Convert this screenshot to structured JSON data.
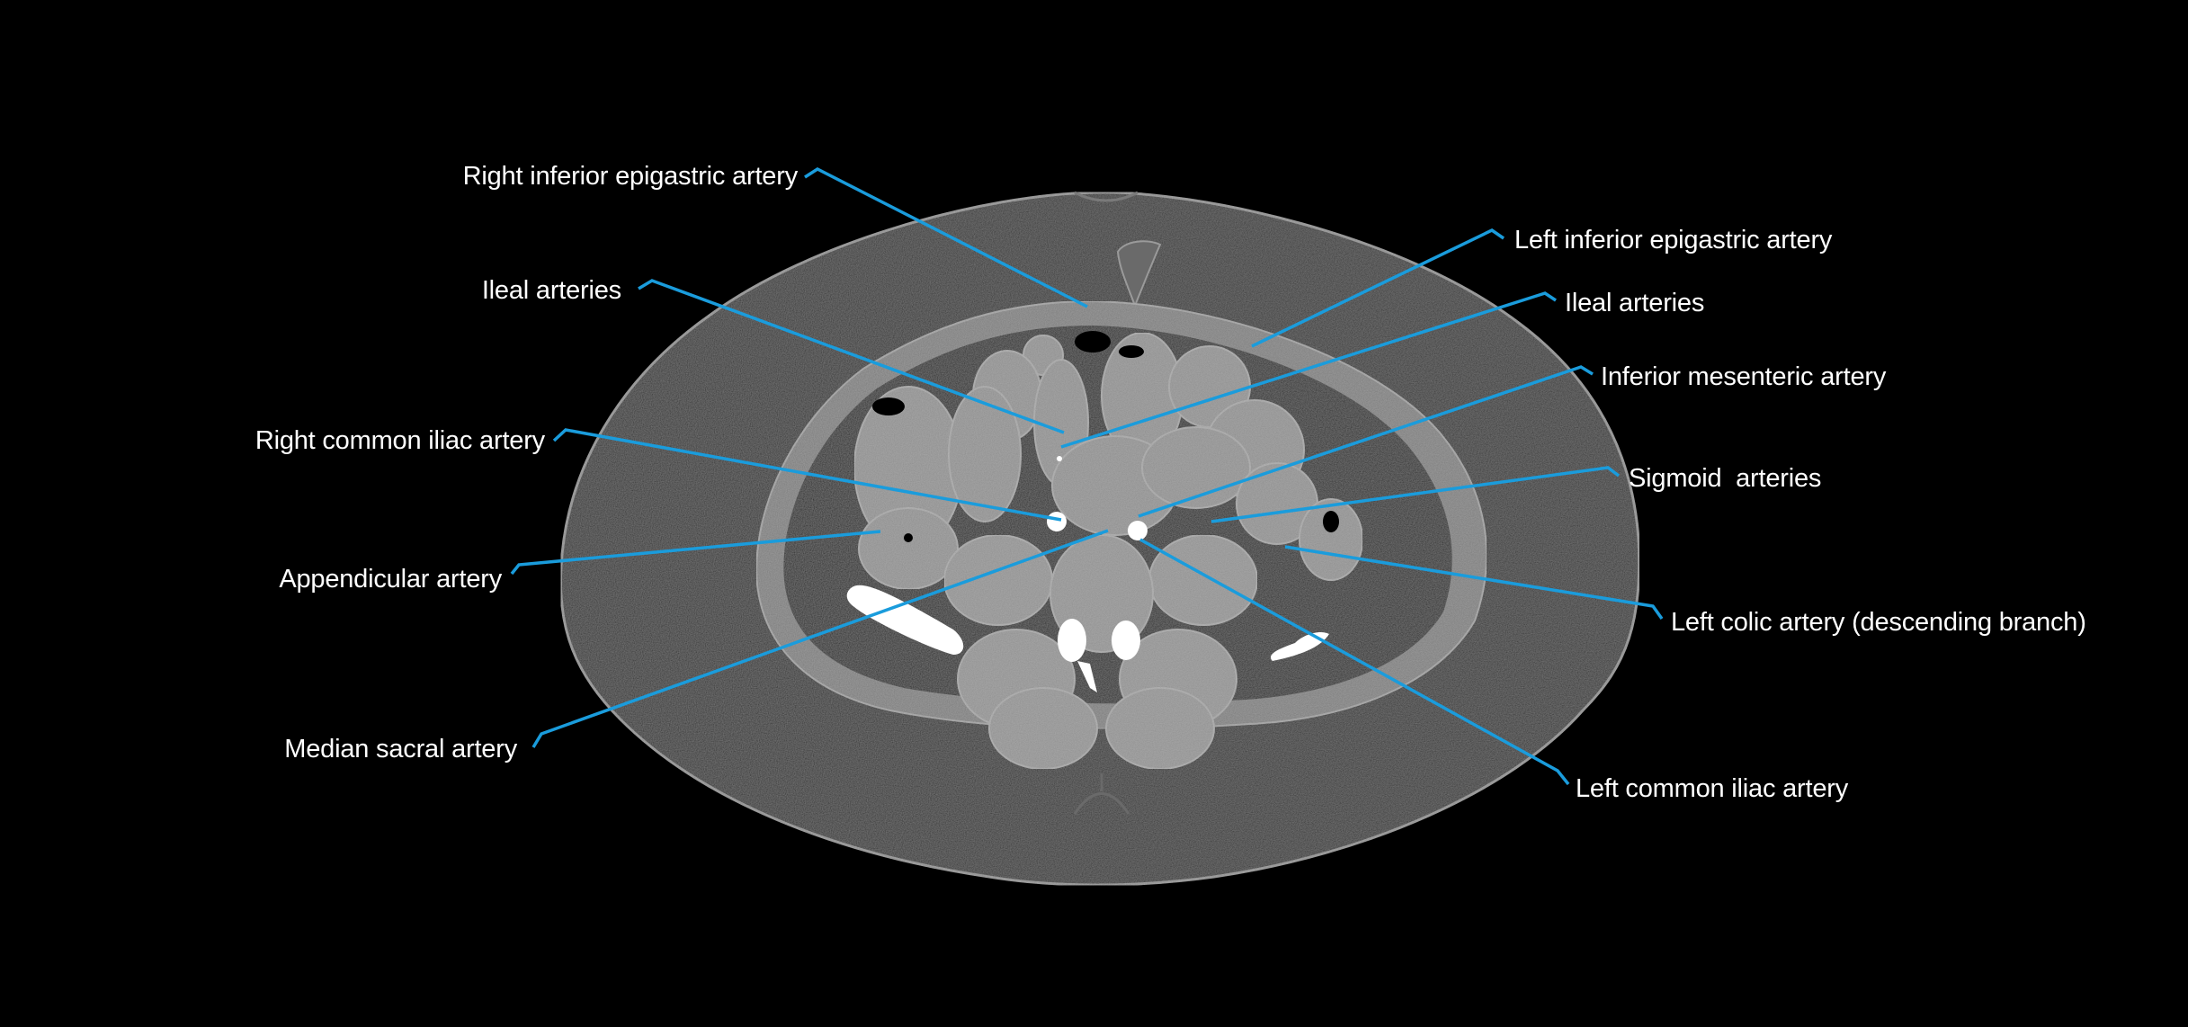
{
  "figure": {
    "type": "axial CT slice, abdomen/pelvis with contrast",
    "background_color": "#000000",
    "leader_color": "#1a9cdc",
    "text_color": "#ffffff"
  },
  "labels": {
    "left": [
      {
        "id": "right-inferior-epigastric-artery",
        "text": "Right inferior epigastric artery"
      },
      {
        "id": "ileal-arteries-left",
        "text": "Ileal arteries"
      },
      {
        "id": "right-common-iliac-artery",
        "text": "Right common iliac artery"
      },
      {
        "id": "appendicular-artery",
        "text": "Appendicular artery"
      },
      {
        "id": "median-sacral-artery",
        "text": "Median sacral artery"
      }
    ],
    "right": [
      {
        "id": "left-inferior-epigastric-artery",
        "text": "Left inferior epigastric artery"
      },
      {
        "id": "ileal-arteries-right",
        "text": "Ileal arteries"
      },
      {
        "id": "inferior-mesenteric-artery",
        "text": "Inferior mesenteric artery"
      },
      {
        "id": "sigmoid-arteries",
        "text": "Sigmoid  arteries"
      },
      {
        "id": "left-colic-artery",
        "text": "Left colic artery (descending branch)"
      },
      {
        "id": "left-common-iliac-artery",
        "text": "Left common iliac artery"
      }
    ]
  }
}
